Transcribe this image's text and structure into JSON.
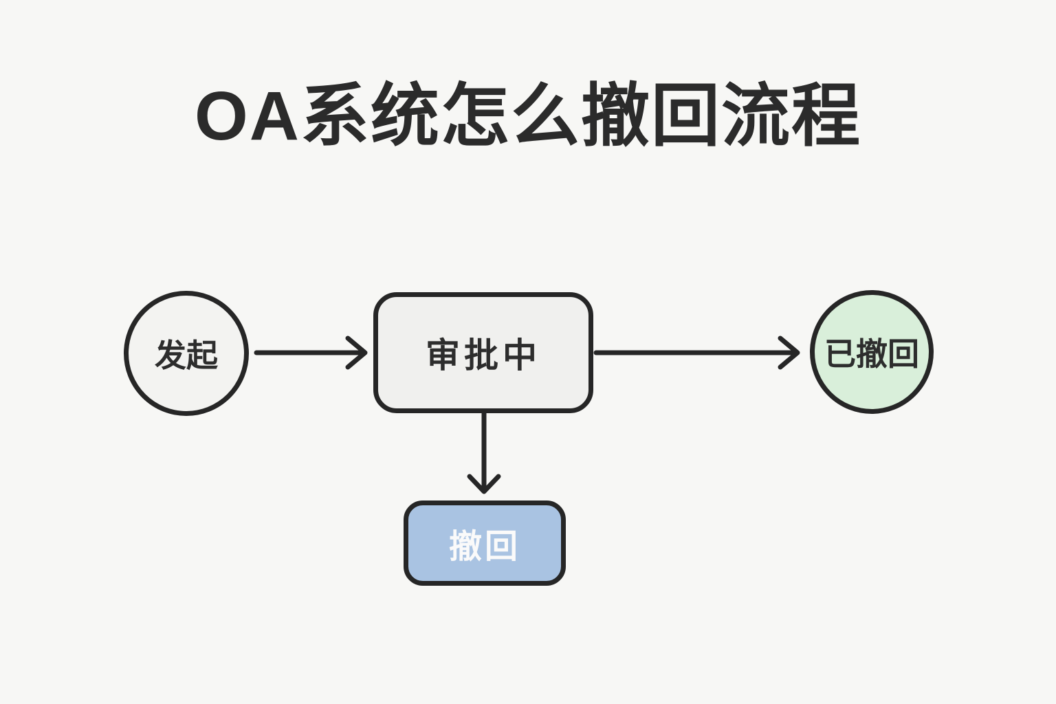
{
  "title": "OA系统怎么撤回流程",
  "colors": {
    "background": "#f7f7f5",
    "stroke": "#262626",
    "title_text": "#2b2b2b",
    "node_text": "#2d2d2d",
    "start_fill": "#f3f3f1",
    "approving_fill": "#f0f0ee",
    "withdrawn_fill": "#d9efda",
    "withdraw_fill": "#a9c3e2",
    "withdraw_text": "#fafafa"
  },
  "flowchart": {
    "nodes": [
      {
        "id": "start",
        "label": "发起",
        "shape": "circle",
        "fill": "#f3f3f1"
      },
      {
        "id": "approving",
        "label": "审批中",
        "shape": "rounded-rect",
        "fill": "#f0f0ee"
      },
      {
        "id": "withdrawn",
        "label": "已撤回",
        "shape": "circle",
        "fill": "#d9efda"
      },
      {
        "id": "withdraw",
        "label": "撤回",
        "shape": "rounded-rect",
        "fill": "#a9c3e2"
      }
    ],
    "edges": [
      {
        "from": "发起",
        "to": "审批中",
        "direction": "right"
      },
      {
        "from": "审批中",
        "to": "已撤回",
        "direction": "right"
      },
      {
        "from": "审批中",
        "to": "撤回",
        "direction": "down"
      }
    ]
  }
}
